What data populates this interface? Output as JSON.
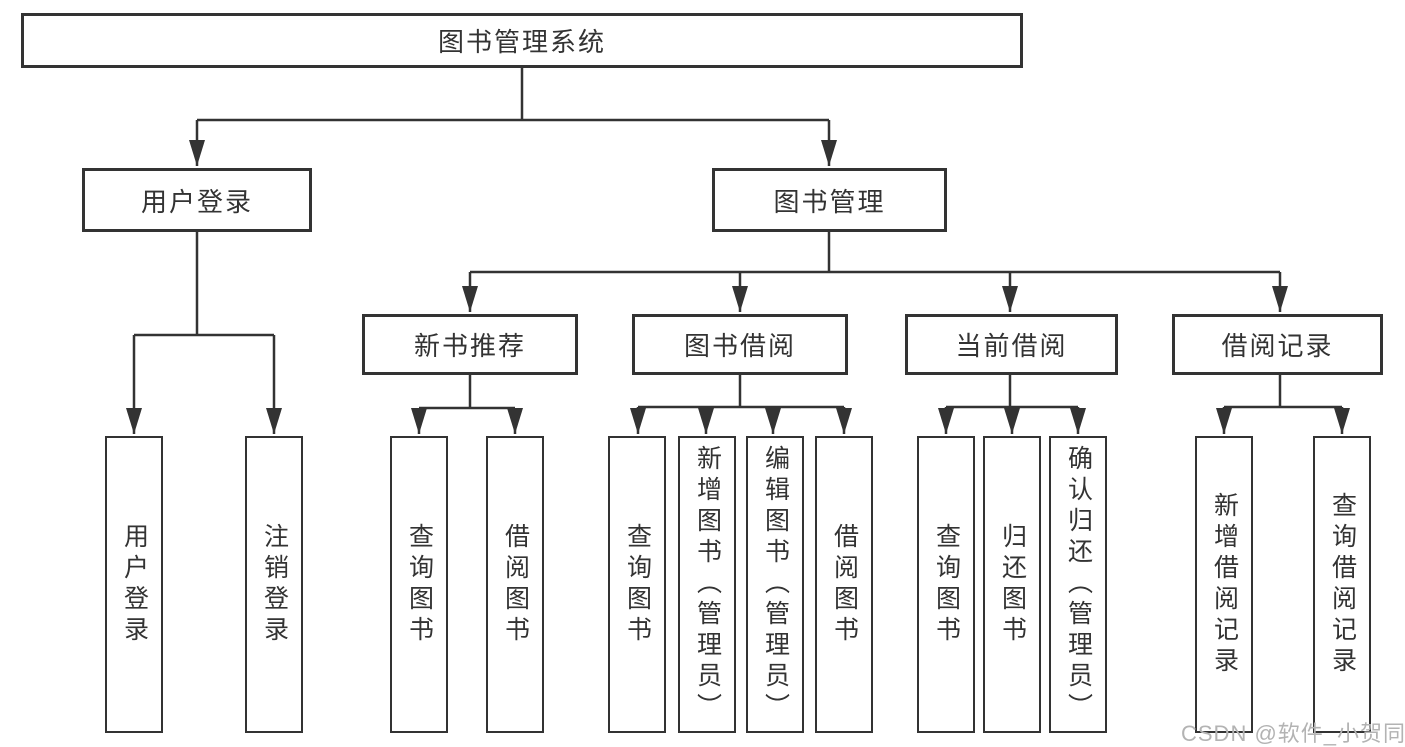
{
  "diagram": {
    "type": "tree",
    "root": {
      "label": "图书管理系统",
      "children": [
        {
          "label": "用户登录",
          "children": [
            {
              "label": "用户登录"
            },
            {
              "label": "注销登录"
            }
          ]
        },
        {
          "label": "图书管理",
          "children": [
            {
              "label": "新书推荐",
              "children": [
                {
                  "label": "查询图书"
                },
                {
                  "label": "借阅图书"
                }
              ]
            },
            {
              "label": "图书借阅",
              "children": [
                {
                  "label": "查询图书"
                },
                {
                  "label": "新增图书（管理员）"
                },
                {
                  "label": "编辑图书（管理员）"
                },
                {
                  "label": "借阅图书"
                }
              ]
            },
            {
              "label": "当前借阅",
              "children": [
                {
                  "label": "查询图书"
                },
                {
                  "label": "归还图书"
                },
                {
                  "label": "确认归还（管理员）"
                }
              ]
            },
            {
              "label": "借阅记录",
              "children": [
                {
                  "label": "新增借阅记录"
                },
                {
                  "label": "查询借阅记录"
                }
              ]
            }
          ]
        }
      ]
    }
  },
  "watermark": {
    "text": "CSDN @软件_小贺同学"
  },
  "colors": {
    "line": "#333333",
    "box_border": "#333333",
    "text": "#333333",
    "watermark": "#b3b3b3",
    "background": "#ffffff"
  }
}
